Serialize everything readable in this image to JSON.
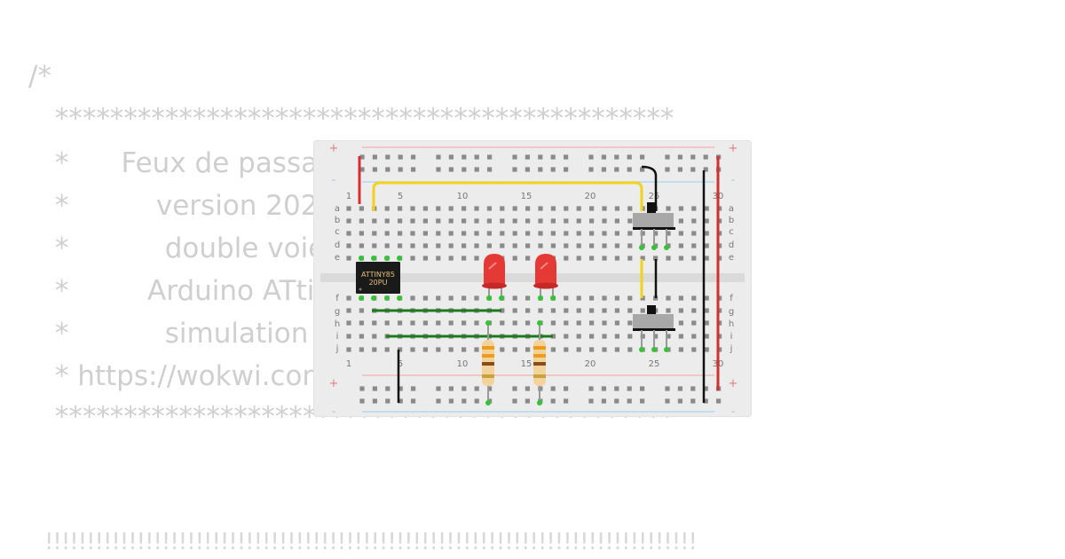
{
  "code_lines": [
    "/*",
    " *********************************************",
    " *      Feux de passage à niveau",
    " *          version 2023",
    " *           double voie",
    " *         Arduino ATtiny85",
    " *           simulation",
    " * https://wokwi.com/                          *",
    " *********************************************"
  ],
  "bottom_text": "!!!!!!!!!!!!!!!!!!!!!!!!!!!!!!!!!!!!!!!!!!!!!!!!!!!!!!!!!!!!!!!!!!!!!!!!!!!!!!",
  "breadboard": {
    "col_numbers": [
      "1",
      "5",
      "10",
      "15",
      "20",
      "25",
      "30"
    ],
    "rows_top": [
      "a",
      "b",
      "c",
      "d",
      "e"
    ],
    "rows_bottom": [
      "f",
      "g",
      "h",
      "i",
      "j"
    ],
    "rail_plus": "+",
    "rail_minus": "-",
    "chip_label_1": "ATTINY85",
    "chip_label_2": "20PU"
  },
  "colors": {
    "led": "#e53935",
    "wire_yellow": "#f2d21b",
    "wire_green": "#1b7a1b",
    "wire_black": "#111111",
    "wire_red": "#d32f2f",
    "rail_red": "#f3b0b0",
    "rail_blue": "#a7d4ee"
  }
}
